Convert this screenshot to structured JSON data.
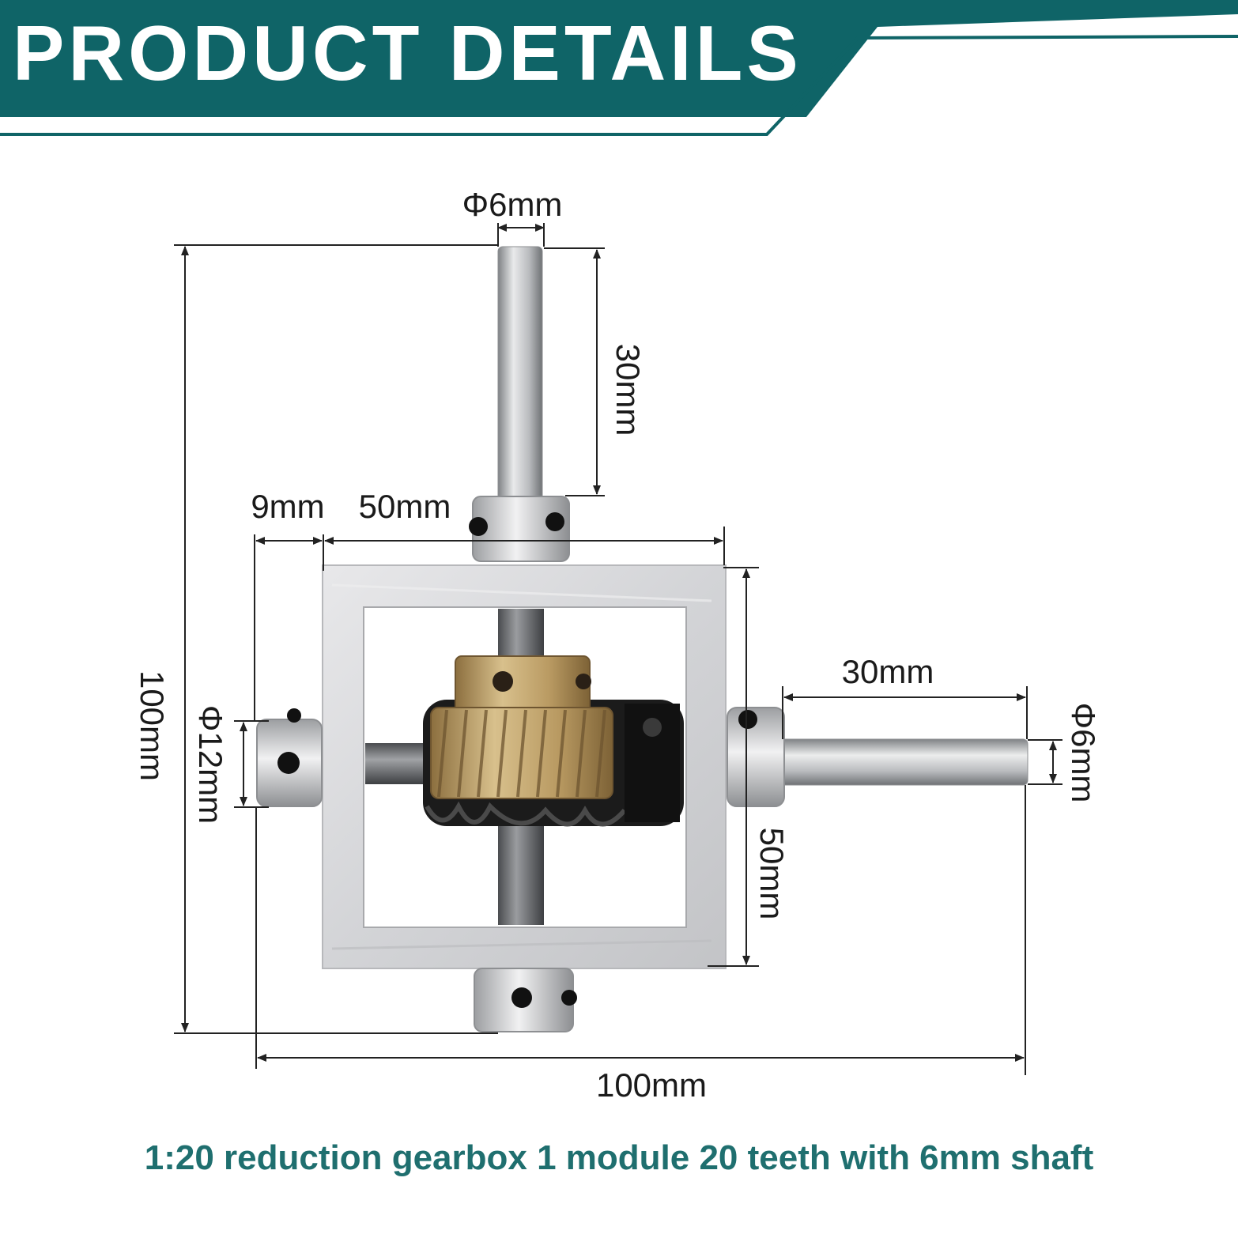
{
  "header": {
    "title": "PRODUCT DETAILS"
  },
  "colors": {
    "banner": "#0f6467",
    "caption": "#1f6f6f",
    "frame": "#d9d9dc",
    "brass": "#b99a62",
    "worm": "#1b1b1b",
    "shaft": "#a9abae"
  },
  "dimensions": {
    "top_shaft_diameter": "Φ6mm",
    "top_shaft_length": "30mm",
    "collar_width": "9mm",
    "frame_width": "50mm",
    "overall_height": "100mm",
    "collar_diameter": "Φ12mm",
    "frame_height": "50mm",
    "right_shaft_length": "30mm",
    "right_shaft_diameter": "Φ6mm",
    "overall_width": "100mm"
  },
  "caption": "1:20 reduction gearbox 1 module 20 teeth with 6mm shaft"
}
